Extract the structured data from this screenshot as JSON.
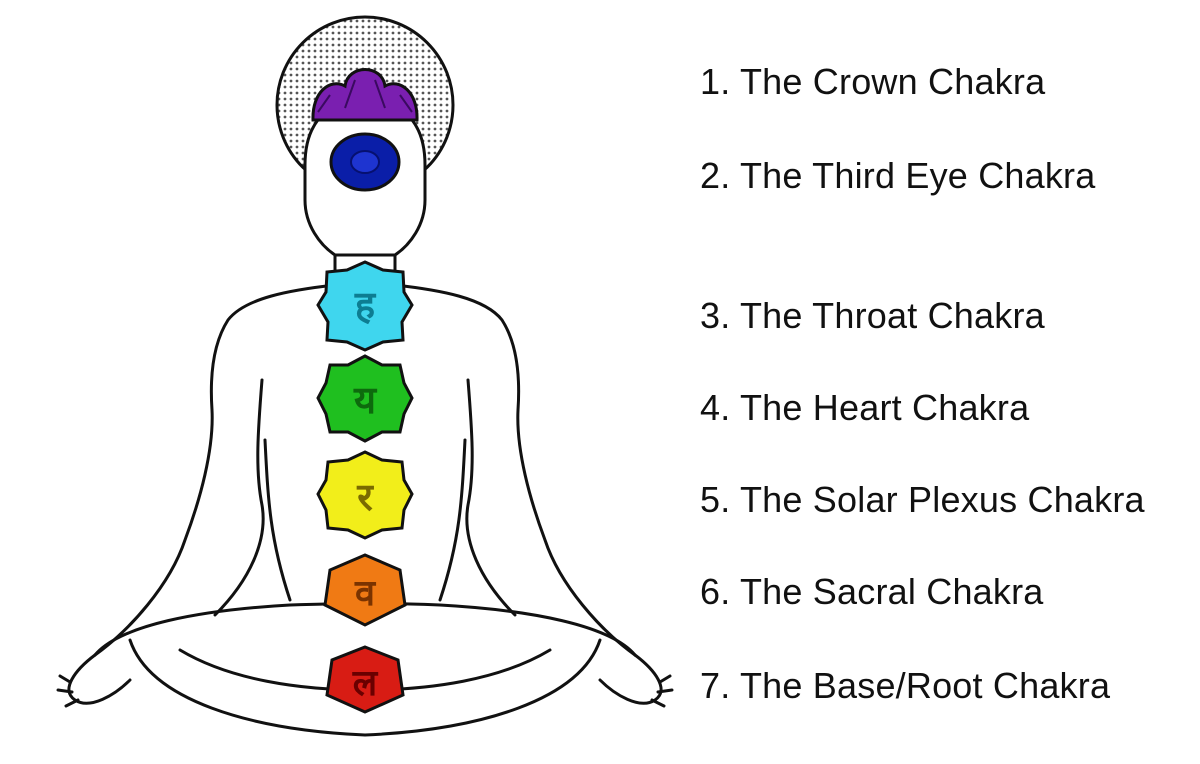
{
  "colors": {
    "outline": "#111111",
    "crown": "#7a1fb0",
    "third_eye": "#0a1ea8",
    "throat": "#3fd6ee",
    "heart": "#1fbf1f",
    "solar_plexus": "#f2ee1a",
    "sacral": "#f07a14",
    "root": "#d81c14",
    "halo": "#c9c9c9"
  },
  "icons": {
    "throat": "devanagari-ham",
    "heart": "devanagari-yam",
    "solar_plexus": "devanagari-ram",
    "sacral": "devanagari-vam",
    "root": "devanagari-lam"
  },
  "chakras": [
    {
      "label": "1. The Crown Chakra"
    },
    {
      "label": "2. The Third Eye Chakra"
    },
    {
      "label": "3. The Throat Chakra"
    },
    {
      "label": "4. The Heart Chakra"
    },
    {
      "label": "5. The Solar Plexus Chakra"
    },
    {
      "label": "6. The Sacral Chakra"
    },
    {
      "label": "7. The Base/Root Chakra"
    }
  ]
}
